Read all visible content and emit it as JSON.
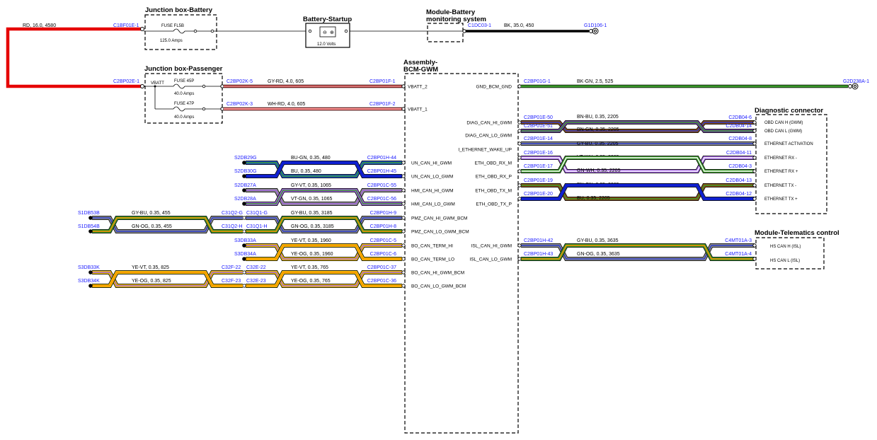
{
  "components": {
    "jb_battery": "Junction box-Battery",
    "battery_startup": "Battery-Startup",
    "module_battery": [
      "Module-Battery",
      "monitoring system"
    ],
    "jb_passenger": "Junction box-Passenger",
    "assembly": [
      "Assembly-",
      "BCM-GWM"
    ],
    "diag": "Diagnostic connector",
    "telematics": "Module-Telematics control"
  },
  "top": {
    "rd_wire": "RD,  16.0,  4580",
    "c1bf01e1": "C1BF01E-1",
    "fuse_f58": "FUSE FL5B",
    "fuse_f58_amps": "125.0 Amps",
    "batt_volts": "12.0 Volts",
    "c1dc03": "C1DC03-1",
    "bk_wire": "BK,  35.0,  450",
    "g1d106": "G1D106-1"
  },
  "passenger": {
    "c2bp02e1": "C2BP02E-1",
    "vbatt": "VBATT",
    "fuse45": "FUSE 45P",
    "fuse45_amps": "40.0 Amps",
    "fuse47": "FUSE 47P",
    "fuse47_amps": "40.0 Amps",
    "c2bp02k5": "C2BP02K-5",
    "c2bp02k3": "C2BP02K-3",
    "w1": "GY-RD,  4.0,  605",
    "w2": "WH-RD,  4.0,  605",
    "c2bp01f1": "C2BP01F-1",
    "c2bp01f2": "C2BP01F-2"
  },
  "bcm_pins_left": [
    "VBATT_2",
    "VBATT_1",
    "UN_CAN_HI_GWM",
    "UN_CAN_LO_GWM",
    "HMI_CAN_HI_GWM",
    "HMI_CAN_LO_GWM",
    "PMZ_CAN_HI_GWM_BCM",
    "PMZ_CAN_LO_GWM_BCM",
    "BO_CAN_TERM_HI",
    "BO_CAN_TERM_LO",
    "BO_CAN_HI_GWM_BCM",
    "BO_CAN_LO_GWM_BCM"
  ],
  "bcm_pins_right": [
    "GND_BCM_GND",
    "DIAG_CAN_HI_GWM",
    "DIAG_CAN_LO_GWM",
    "I_ETHERNET_WAKE_UP",
    "ETH_OBD_RX_M",
    "ETH_OBD_RX_P",
    "ETH_OBD_TX_M",
    "ETH_OBD_TX_P",
    "ISL_CAN_HI_GWM",
    "ISL_CAN_LO_GWM"
  ],
  "gnd": {
    "c": "C2BP01G-1",
    "wire": "BK-GN,  2.5,  525",
    "g": "G2D238A-1"
  },
  "diag_rows": [
    {
      "c": "C2BP01E-50",
      "wire": "BN-BU,  0.35,  2205",
      "d": "C2DB04-6",
      "pin": "OBD CAN H (GWM)"
    },
    {
      "c": "C2BP01E-51",
      "wire": "BN-GN,  0.35,  2205",
      "d": "C2DB04-14",
      "pin": "OBD CAN L (GWM)"
    },
    {
      "c": "C2BP01E-14",
      "wire": "GY-BU,  0.35,  2205",
      "d": "C2DB04-8",
      "pin": "ETHERNET ACTIVATION"
    },
    {
      "c": "C2BP01E-16",
      "wire": "VT-WH,  0.35,  2205",
      "d": "C2DB04-11",
      "pin": "ETHERNET RX -"
    },
    {
      "c": "C2BP01E-17",
      "wire": "GN-WH,  0.35,  2205",
      "d": "C2DB04-3",
      "pin": "ETHERNET RX +"
    },
    {
      "c": "C2BP01E-19",
      "wire": "BN-GN,  0.35,  2205",
      "d": "C2DB04-13",
      "pin": "ETHERNET TX -"
    },
    {
      "c": "C2BP01E-20",
      "wire": "BU,  0.35,  2205",
      "d": "C2DB04-12",
      "pin": "ETHERNET TX +"
    }
  ],
  "tel_rows": [
    {
      "c": "C2BP01H-42",
      "wire": "GY-BU,  0.35,  3635",
      "d": "C4MT01A-3",
      "pin": "HS CAN H (ISL)"
    },
    {
      "c": "C2BP01H-43",
      "wire": "GN-OG,  0.35,  3635",
      "d": "C4MT01A-4",
      "pin": "HS CAN L (ISL)"
    }
  ],
  "left_rows": [
    {
      "s": "S2DB29G",
      "wire": "BU-GN,  0.35,  480",
      "c": "C2BP01H-44"
    },
    {
      "s": "S2DB30G",
      "wire": "BU,  0.35,  480",
      "c": "C2BP01H-45"
    },
    {
      "s": "S2DB27A",
      "wire": "GY-VT,  0.35,  1065",
      "c": "C2BP01C-55"
    },
    {
      "s": "S2DB28A",
      "wire": "VT-GN,  0.35,  1065",
      "c": "C2BP01C-56"
    },
    {
      "s": "C31Q2-G",
      "s2": "C31Q1-G",
      "wire": "GY-BU,  0.35,  3185",
      "c": "C2BP01H-9"
    },
    {
      "s": "C31Q2-H",
      "s2": "C31Q1-H",
      "wire": "GN-OG,  0.35,  3185",
      "c": "C2BP01H-8"
    },
    {
      "s": "S3DB33A",
      "wire": "YE-VT,  0.35,  1960",
      "c": "C2BP01C-5"
    },
    {
      "s": "S3DB34A",
      "wire": "YE-OG,  0.35,  1960",
      "c": "C2BP01C-6"
    },
    {
      "s": "C32F-22",
      "s2": "C32E-22",
      "wire": "YE-VT,  0.35,  765",
      "c": "C2BP01C-37"
    },
    {
      "s": "C32F-23",
      "s2": "C32E-23",
      "wire": "YE-OG,  0.35,  765",
      "c": "C2BP01C-36"
    }
  ],
  "far_left": [
    {
      "s": "S1DB53B",
      "wire": "GY-BU,  0.35,  455"
    },
    {
      "s": "S1DB54B",
      "wire": "GN-OG,  0.35,  455"
    },
    {
      "s": "S3DB33K",
      "wire": "YE-VT,  0.35,  825"
    },
    {
      "s": "S3DB34K",
      "wire": "YE-OG,  0.35,  825"
    }
  ]
}
